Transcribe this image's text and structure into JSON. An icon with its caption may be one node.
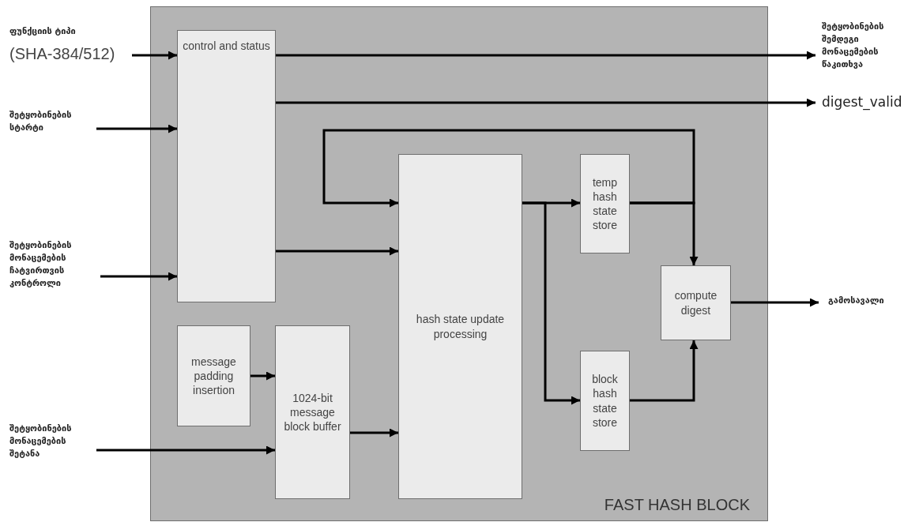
{
  "diagram": {
    "nodes": [
      {
        "text": [
          "FAST HASH BLOCK"
        ]
      },
      {
        "text": [
          "control and status"
        ],
        "in": 0
      },
      {
        "text": [
          "message padding insertion"
        ],
        "in": 0
      },
      {
        "text": [
          "1024-bit message block buffer"
        ],
        "in": 0
      },
      {
        "text": [
          "hash state update processing"
        ],
        "in": 0
      },
      {
        "text": [
          "temp hash state store"
        ],
        "in": 0
      },
      {
        "text": [
          "block hash state store"
        ],
        "in": 0
      },
      {
        "text": [
          "compute digest"
        ],
        "in": 0
      },
      {
        "text": [
          "ფუნქციის ტიპი",
          "(SHA-384/512)"
        ]
      },
      {
        "text": [
          "შეტყობინების სტარტი"
        ]
      },
      {
        "text": [
          "შეტყობინების მონაცემების ჩატვირთვის კონტროლი"
        ]
      },
      {
        "text": [
          "შეტყობინების მონაცემების შეტანა"
        ]
      },
      {
        "text": [
          "შეტყობინების შემდეგი მონაცემების წაკითხვა"
        ]
      },
      {
        "text": [
          "digest_valid"
        ]
      },
      {
        "text": [
          "გამოსავალი"
        ]
      }
    ],
    "edges": [
      {
        "from": 8,
        "to": 1,
        "arrow": "to"
      },
      {
        "from": 9,
        "to": 1,
        "arrow": "to"
      },
      {
        "from": 10,
        "to": 1,
        "arrow": "to"
      },
      {
        "from": 11,
        "to": 3,
        "arrow": "to"
      },
      {
        "from": 1,
        "to": 12,
        "arrow": "to"
      },
      {
        "from": 1,
        "to": 13,
        "arrow": "to"
      },
      {
        "from": 1,
        "to": 4,
        "arrow": "to"
      },
      {
        "from": 2,
        "to": 3,
        "arrow": "to"
      },
      {
        "from": 3,
        "to": 4,
        "arrow": "to"
      },
      {
        "from": 4,
        "to": 5,
        "arrow": "to"
      },
      {
        "from": 4,
        "to": 6,
        "arrow": "to"
      },
      {
        "from": 5,
        "to": 7,
        "arrow": "to"
      },
      {
        "from": 6,
        "to": 7,
        "arrow": "to"
      },
      {
        "from": 7,
        "to": 14,
        "arrow": "to"
      },
      {
        "from": 5,
        "to": 4,
        "arrow": "to"
      }
    ]
  }
}
